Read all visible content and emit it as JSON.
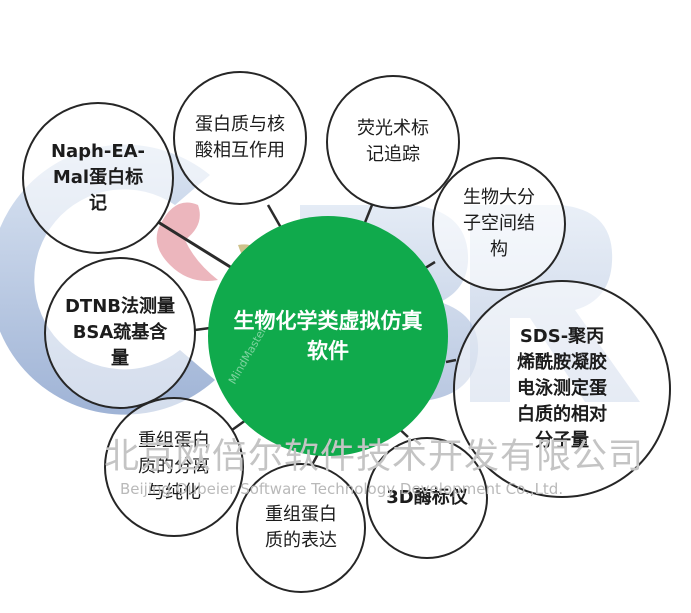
{
  "center": {
    "label": "生物化学类虚拟仿真软件"
  },
  "nodes": [
    {
      "id": "protein-nucleic",
      "label": "蛋白质与核酸相互作用"
    },
    {
      "id": "fluorescence",
      "label": "荧光术标记追踪"
    },
    {
      "id": "macromolecule-structure",
      "label": "生物大分子空间结构"
    },
    {
      "id": "sds-page",
      "label": "SDS-聚丙烯酰胺凝胶电泳测定蛋白质的相对分子量"
    },
    {
      "id": "elisa-reader",
      "label": "3D酶标仪"
    },
    {
      "id": "recombinant-expression",
      "label": "重组蛋白质的表达"
    },
    {
      "id": "recombinant-purification",
      "label": "重组蛋白质的分离与纯化"
    },
    {
      "id": "dtnb",
      "label": "DTNB法测量BSA巯基含量"
    },
    {
      "id": "naph",
      "label": "Naph-EA-Mal蛋白标记"
    }
  ],
  "watermark": {
    "company_cn": "北京欧倍尔软件技术开发有限公司",
    "company_en": "Beijing Oubeier Software Technology Development Co.,Ltd.",
    "logo_letters": "OBR",
    "small_text": "MindMaster"
  },
  "colors": {
    "center_fill": "#10aa4c",
    "node_border": "#262626",
    "connector": "#2b2b2b"
  }
}
